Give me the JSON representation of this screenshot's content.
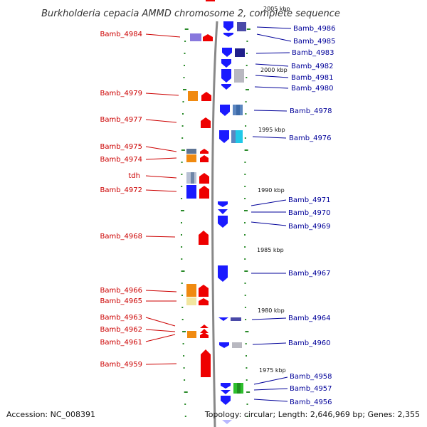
{
  "header": {
    "title": "Burkholderia cepacia AMMD chromosome 2, complete sequence"
  },
  "footer": {
    "accession": "Accession: NC_008391",
    "topology": "Topology: circular; Length: 2,646,969 bp; Genes: 2,355"
  },
  "scale": {
    "labels": [
      "2000 kbp",
      "1995 kbp",
      "1990 kbp",
      "1985 kbp",
      "1980 kbp",
      "1975 kbp"
    ]
  },
  "colors": {
    "left_label": "#cc0000",
    "right_label": "#000099",
    "minus_strand_gene": "#1a1aff",
    "plus_strand_gene": "#ee0000",
    "axis": "#888888",
    "minor_tick": "#2a8a2a"
  },
  "genes_left": [
    {
      "label": "Bamb_4984"
    },
    {
      "label": "Bamb_4979"
    },
    {
      "label": "Bamb_4977"
    },
    {
      "label": "Bamb_4975"
    },
    {
      "label": "Bamb_4974"
    },
    {
      "label": "tdh"
    },
    {
      "label": "Bamb_4972"
    },
    {
      "label": "Bamb_4968"
    },
    {
      "label": "Bamb_4966"
    },
    {
      "label": "Bamb_4965"
    },
    {
      "label": "Bamb_4963"
    },
    {
      "label": "Bamb_4962"
    },
    {
      "label": "Bamb_4961"
    },
    {
      "label": "Bamb_4959"
    }
  ],
  "genes_right": [
    {
      "label": "Bamb_4986"
    },
    {
      "label": "Bamb_4985"
    },
    {
      "label": "Bamb_4983"
    },
    {
      "label": "Bamb_4982"
    },
    {
      "label": "Bamb_4981"
    },
    {
      "label": "Bamb_4980"
    },
    {
      "label": "Bamb_4978"
    },
    {
      "label": "Bamb_4976"
    },
    {
      "label": "Bamb_4971"
    },
    {
      "label": "Bamb_4970"
    },
    {
      "label": "Bamb_4969"
    },
    {
      "label": "Bamb_4967"
    },
    {
      "label": "Bamb_4964"
    },
    {
      "label": "Bamb_4960"
    },
    {
      "label": "Bamb_4958"
    },
    {
      "label": "Bamb_4957"
    },
    {
      "label": "Bamb_4956"
    }
  ]
}
